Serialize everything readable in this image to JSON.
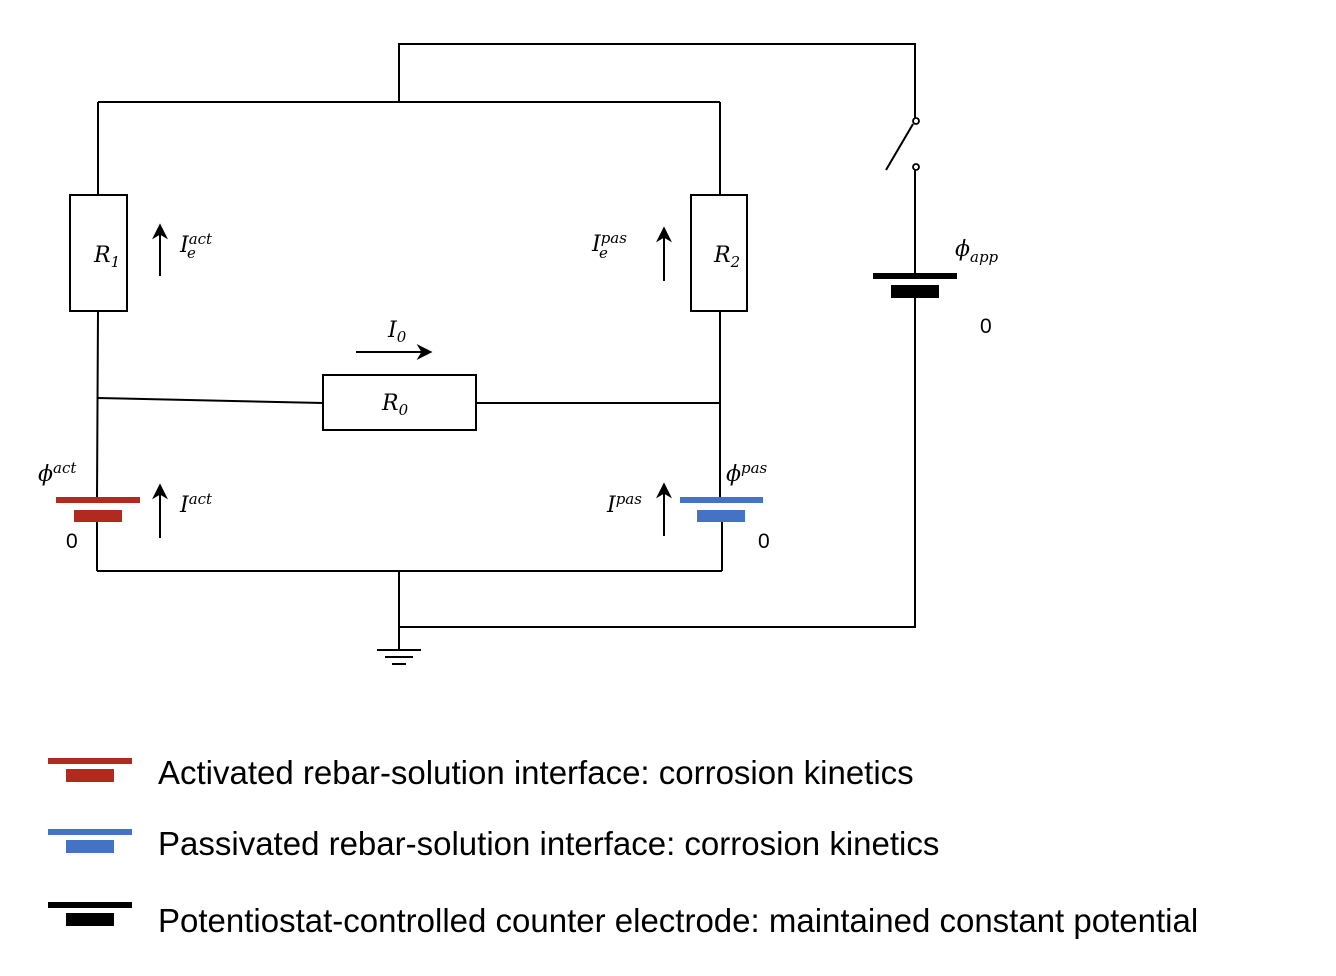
{
  "diagram": {
    "r1": {
      "letter": "R",
      "sub": "1"
    },
    "r2": {
      "letter": "R",
      "sub": "2"
    },
    "r0": {
      "letter": "R",
      "sub": "0"
    },
    "i0": {
      "letter": "I",
      "sub": "0"
    },
    "ie_act": {
      "letter": "I",
      "sup": "act",
      "sub": "e"
    },
    "ie_pas": {
      "letter": "I",
      "sup": "pas",
      "sub": "e"
    },
    "i_act": {
      "letter": "I",
      "sup": "act"
    },
    "i_pas": {
      "letter": "I",
      "sup": "pas"
    },
    "phi_act": {
      "letter": "ϕ",
      "sup": "act"
    },
    "phi_pas": {
      "letter": "ϕ",
      "sup": "pas"
    },
    "phi_app": {
      "letter": "ϕ",
      "sub": "app"
    },
    "zero_act": "0",
    "zero_pas": "0",
    "zero_app": "0"
  },
  "colors": {
    "activated": "#b22a1f",
    "passivated": "#4472c4",
    "counter": "#000000"
  },
  "legend": [
    {
      "text": "Activated rebar-solution interface: corrosion kinetics",
      "color": "#b22a1f"
    },
    {
      "text": "Passivated rebar-solution interface: corrosion kinetics",
      "color": "#4472c4"
    },
    {
      "text": "Potentiostat-controlled counter electrode: maintained constant potential",
      "color": "#000000"
    }
  ]
}
